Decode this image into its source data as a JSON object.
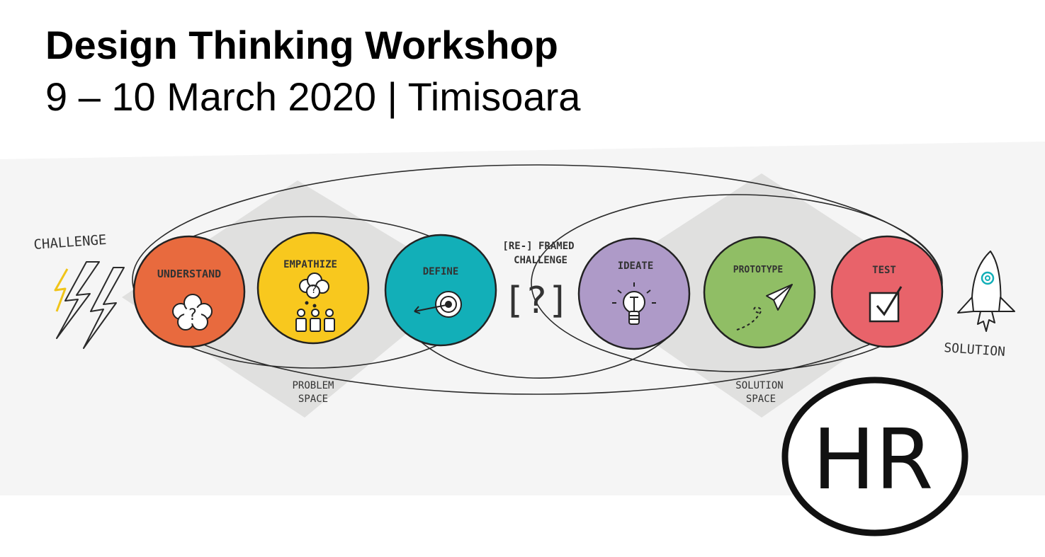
{
  "header": {
    "title": "Design Thinking Workshop",
    "subtitle": "9 – 10 March 2020 | Timisoara"
  },
  "diagram": {
    "start_label": "CHALLENGE",
    "end_label": "SOLUTION",
    "reframed_label_line1": "[RE-] FRAMED",
    "reframed_label_line2": "CHALLENGE",
    "reframed_symbol": "[?]",
    "problem_space_line1": "PROBLEM",
    "problem_space_line2": "SPACE",
    "solution_space_line1": "SOLUTION",
    "solution_space_line2": "SPACE",
    "stages": [
      {
        "label": "UNDERSTAND",
        "color": "#E86A3E",
        "icon": "question-cloud-icon"
      },
      {
        "label": "EMPATHIZE",
        "color": "#F8C81E",
        "icon": "people-thought-icon"
      },
      {
        "label": "DEFINE",
        "color": "#12AFB8",
        "icon": "target-arrow-icon"
      },
      {
        "label": "IDEATE",
        "color": "#AE9AC8",
        "icon": "lightbulb-icon"
      },
      {
        "label": "PROTOTYPE",
        "color": "#90BE65",
        "icon": "paper-plane-icon"
      },
      {
        "label": "TEST",
        "color": "#E8636A",
        "icon": "checkbox-icon"
      }
    ]
  },
  "logo": {
    "text": "HR"
  }
}
